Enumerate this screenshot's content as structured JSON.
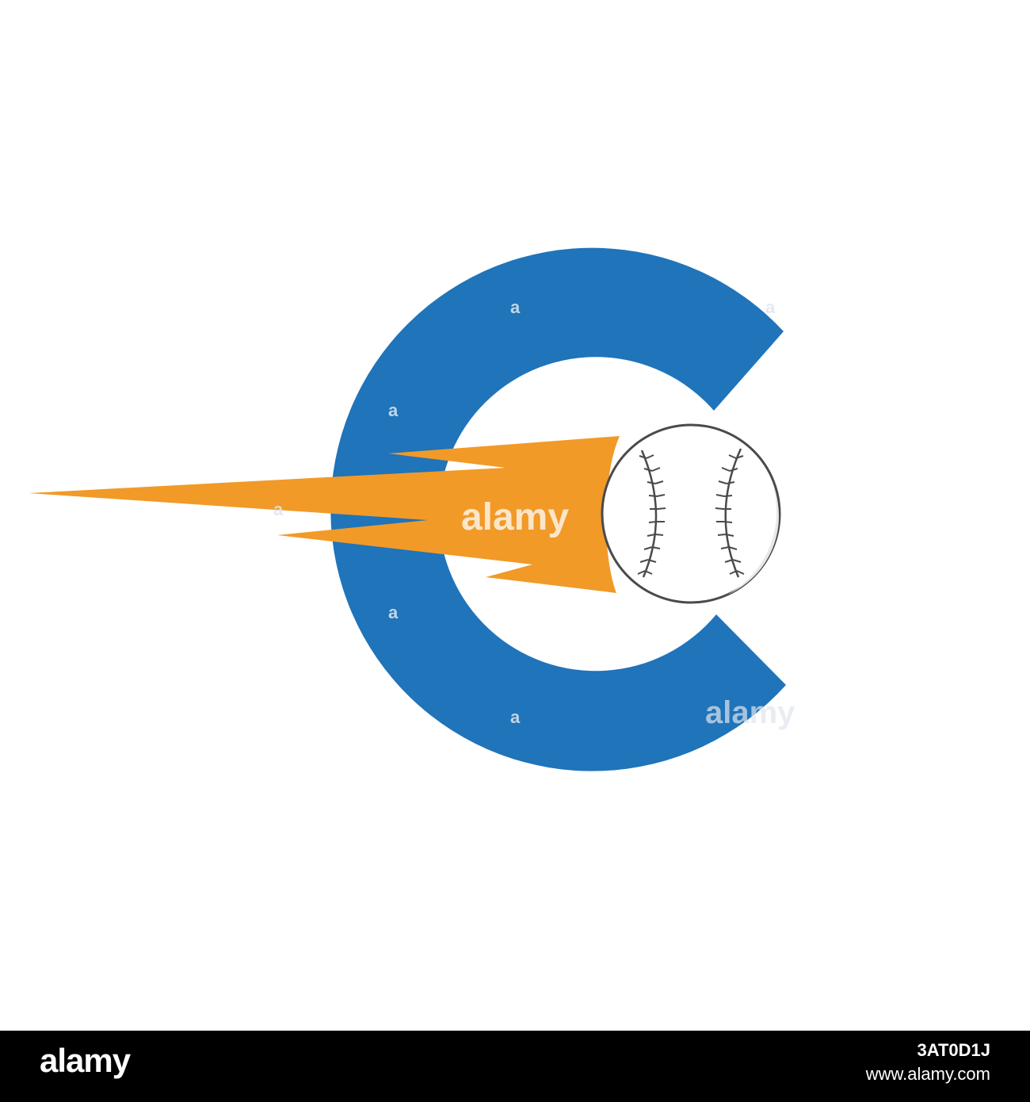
{
  "colors": {
    "letter": "#1f74ba",
    "flame": "#f19a28",
    "ball_fill": "#e8e8e8",
    "ball_stroke": "#4a4a4a",
    "stitch": "#4a4a4a",
    "footer": "#000000"
  },
  "logo": {
    "letter": "C",
    "icon": "baseball-icon",
    "trail_icon": "speed-flame-icon"
  },
  "watermark": {
    "center_text": "alamy",
    "mark_glyph": "a"
  },
  "footer": {
    "logo_text": "alamy",
    "image_id": "3AT0D1J",
    "url": "www.alamy.com"
  }
}
